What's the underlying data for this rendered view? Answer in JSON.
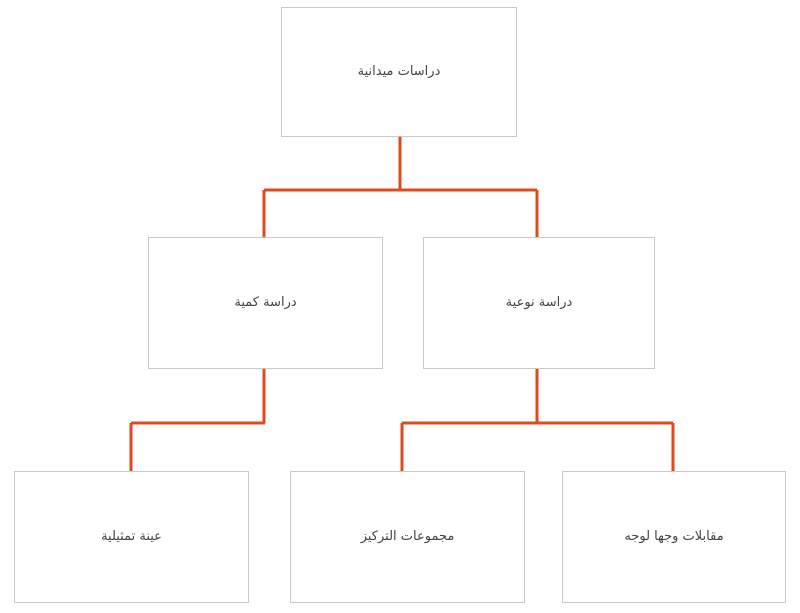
{
  "diagram": {
    "title": "دراسات ميدانية",
    "type": "hierarchy-tree",
    "direction": "rtl",
    "colors": {
      "connector": "#DD4B1C",
      "node_border": "#C9C9C9",
      "node_fill": "#FFFFFF",
      "label_text": "#444444",
      "background": "#FFFFFF"
    },
    "nodes": [
      {
        "id": "root",
        "level": 1,
        "label": "دراسات ميدانية"
      },
      {
        "id": "quantitative",
        "level": 2,
        "label": "دراسة كمية"
      },
      {
        "id": "qualitative",
        "level": 2,
        "label": "دراسة نوعية"
      },
      {
        "id": "sample",
        "level": 3,
        "label": "عينة تمثيلية"
      },
      {
        "id": "focus_groups",
        "level": 3,
        "label": "مجموعات التركيز"
      },
      {
        "id": "interviews",
        "level": 3,
        "label": "مقابلات وجها لوجه"
      }
    ],
    "edges": [
      {
        "from": "root",
        "to": "quantitative"
      },
      {
        "from": "root",
        "to": "qualitative"
      },
      {
        "from": "quantitative",
        "to": "sample"
      },
      {
        "from": "qualitative",
        "to": "focus_groups"
      },
      {
        "from": "qualitative",
        "to": "interviews"
      }
    ]
  }
}
